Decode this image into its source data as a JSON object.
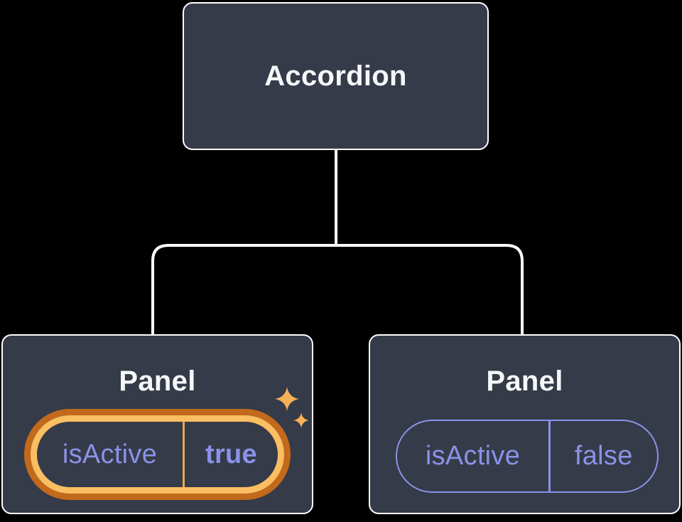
{
  "tree": {
    "root": {
      "label": "Accordion"
    },
    "panels": [
      {
        "title": "Panel",
        "state": {
          "key": "isActive",
          "value": "true"
        },
        "highlighted": true
      },
      {
        "title": "Panel",
        "state": {
          "key": "isActive",
          "value": "false"
        },
        "highlighted": false
      }
    ]
  },
  "icons": {
    "sparkles": "✦✧ four-point stars marking the active state"
  },
  "colors": {
    "canvas_bg": "#000000",
    "node_bg": "#353B48",
    "node_border": "#FFFFFF",
    "text_primary": "#F6F7F9",
    "state_purple": "#8A92E8",
    "highlight_ring_outer": "#C2691C",
    "highlight_ring_inner": "#FBBE62",
    "highlight_divider": "#E9A94F",
    "sparkle": "#F6B157",
    "connector": "#FFFFFF"
  }
}
